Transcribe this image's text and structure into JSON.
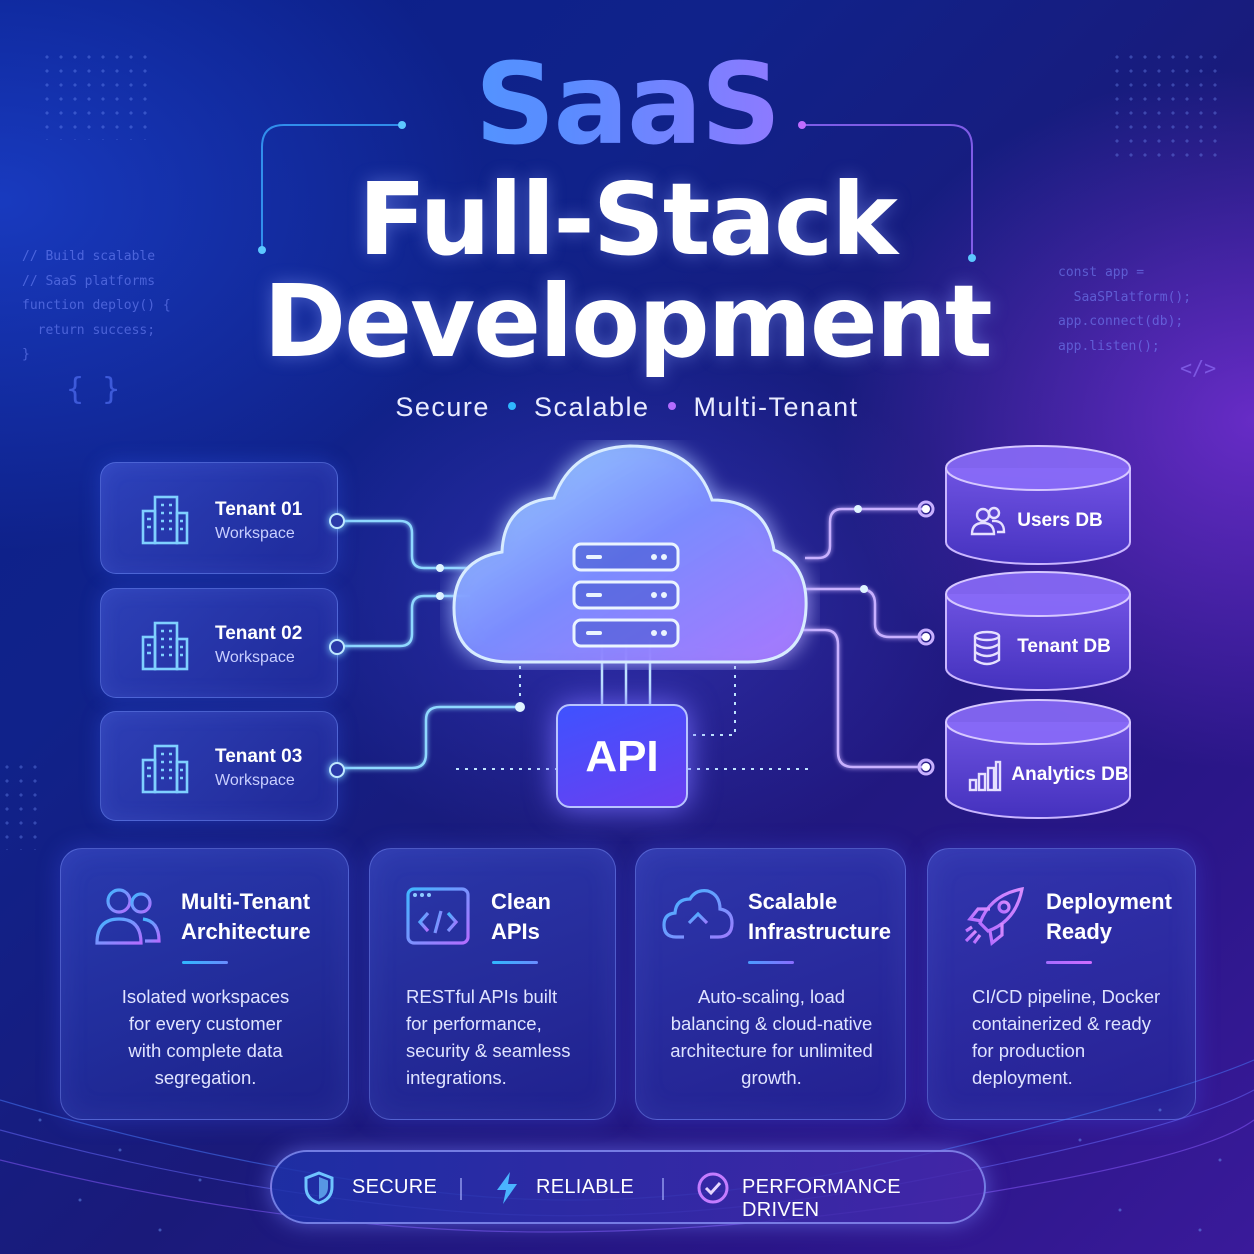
{
  "hero": {
    "title_line1": "SaaS",
    "title_line2": "Full-Stack",
    "title_line3": "Development",
    "tagline": [
      "Secure",
      "Scalable",
      "Multi-Tenant"
    ]
  },
  "code_left": [
    "// Build scalable",
    "// SaaS platforms",
    "function deploy() {",
    "  return success;",
    "}"
  ],
  "code_right": [
    "const app =",
    "  SaaSPlatform();",
    "app.connect(db);",
    "app.listen();"
  ],
  "decor_left_glyph": "{ }",
  "decor_right_glyph": "</>",
  "tenants": [
    {
      "name": "Tenant 01",
      "sub": "Workspace"
    },
    {
      "name": "Tenant 02",
      "sub": "Workspace"
    },
    {
      "name": "Tenant 03",
      "sub": "Workspace"
    }
  ],
  "api_label": "API",
  "databases": [
    {
      "name": "Users DB",
      "icon": "users-icon"
    },
    {
      "name": "Tenant DB",
      "icon": "database-icon"
    },
    {
      "name": "Analytics DB",
      "icon": "bar-chart-icon"
    }
  ],
  "features": [
    {
      "title": "Multi-Tenant\nArchitecture",
      "icon": "users-icon",
      "desc": "Isolated workspaces\nfor every customer\nwith complete data\nsegregation."
    },
    {
      "title": "Clean\nAPIs",
      "icon": "code-window-icon",
      "desc": "RESTful APIs built\nfor performance,\nsecurity & seamless\nintegrations."
    },
    {
      "title": "Scalable\nInfrastructure",
      "icon": "cloud-upload-icon",
      "desc": "Auto-scaling, load\nbalancing & cloud-native\narchitecture for unlimited\ngrowth."
    },
    {
      "title": "Deployment\nReady",
      "icon": "rocket-icon",
      "desc": "CI/CD pipeline, Docker\ncontainerized & ready\nfor production\ndeployment."
    }
  ],
  "footer": {
    "items": [
      {
        "label": "SECURE",
        "icon": "shield-icon"
      },
      {
        "label": "RELIABLE",
        "icon": "lightning-icon"
      },
      {
        "label": "PERFORMANCE DRIVEN",
        "icon": "check-circle-icon"
      }
    ]
  },
  "colors": {
    "accent_cyan": "#2fb8ff",
    "accent_purple": "#c06cff",
    "glow_blue": "#7fd0ff"
  }
}
